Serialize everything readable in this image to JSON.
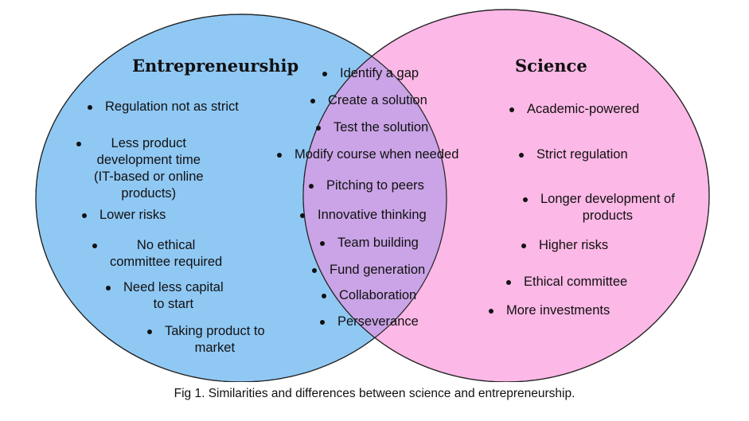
{
  "diagram": {
    "left_set": {
      "title": "Entrepreneurship",
      "color": "#90c8f4",
      "items": [
        "Regulation not as strict",
        "Less product\ndevelopment time\n(IT-based or online\nproducts)",
        "Lower risks",
        "No ethical\ncommittee required",
        "Need less capital\nto start",
        "Taking product to\nmarket"
      ]
    },
    "right_set": {
      "title": "Science",
      "color": "#fcb8e6",
      "items": [
        "Academic-powered",
        "Strict regulation",
        "Longer development of\nproducts",
        "Higher risks",
        "Ethical committee",
        "More investments"
      ]
    },
    "overlap": {
      "color": "#caa4e6",
      "items": [
        "Identify a gap",
        "Create a solution",
        "Test the solution",
        "Modify course when needed",
        "Pitching to peers",
        "Innovative thinking",
        "Team building",
        "Fund generation",
        "Collaboration",
        "Perseverance"
      ]
    }
  },
  "caption": "Fig 1. Similarities and differences between science and entrepreneurship."
}
